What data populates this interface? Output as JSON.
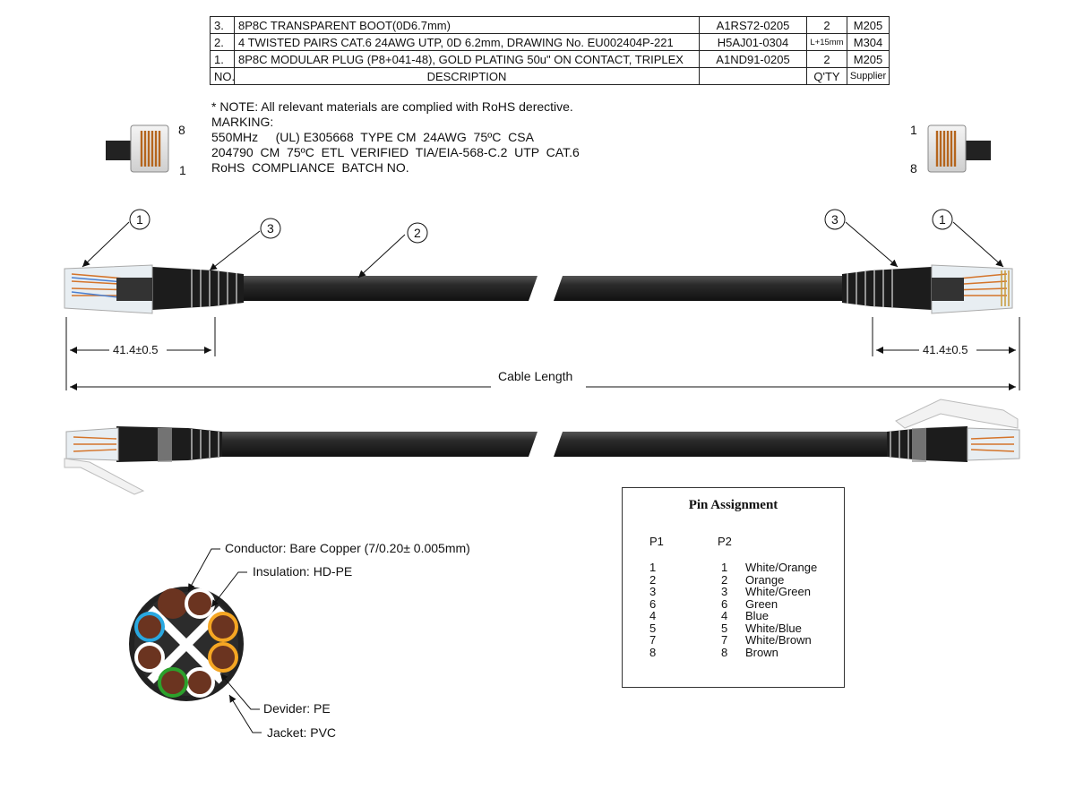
{
  "bom": {
    "rows": [
      {
        "no": "3.",
        "desc": "8P8C TRANSPARENT BOOT(0D6.7mm)",
        "part": "A1RS72-0205",
        "qty": "2",
        "supplier": "M205"
      },
      {
        "no": "2.",
        "desc": "4 TWISTED PAIRS CAT.6 24AWG UTP, 0D 6.2mm, DRAWING No. EU002404P-221",
        "part": "H5AJ01-0304",
        "qty": "L+15mm",
        "supplier": "M304"
      },
      {
        "no": "1.",
        "desc": "8P8C MODULAR PLUG (P8+041-48), GOLD PLATING 50u\" ON CONTACT, TRIPLEX",
        "part": "A1ND91-0205",
        "qty": "2",
        "supplier": "M205"
      }
    ],
    "header": {
      "no": "NO.",
      "desc": "DESCRIPTION",
      "part": "",
      "qty": "Q'TY",
      "supplier": "Supplier"
    }
  },
  "notes": {
    "rohs": "* NOTE: All relevant materials are complied with RoHS derective.",
    "marking_title": "MARKING:",
    "marking_line1": "550MHz     (UL) E305668  TYPE CM  24AWG  75ºC  CSA",
    "marking_line2": "204790  CM  75ºC  ETL  VERIFIED  TIA/EIA-568-C.2  UTP  CAT.6",
    "marking_line3": "RoHS  COMPLIANCE  BATCH NO."
  },
  "plug_pins": {
    "left_top": "8",
    "left_bottom": "1",
    "right_top": "1",
    "right_bottom": "8"
  },
  "callouts": {
    "plug": "1",
    "boot": "3",
    "cable": "2"
  },
  "dimensions": {
    "left_length": "41.4±0.5",
    "right_length": "41.4±0.5",
    "cable_length": "Cable Length"
  },
  "cross_section": {
    "conductor": "Conductor: Bare Copper (7/0.20± 0.005mm)",
    "insulation": "Insulation: HD-PE",
    "divider": "Devider: PE",
    "jacket": "Jacket: PVC"
  },
  "pin_assignment": {
    "title": "Pin Assignment",
    "p1": "P1",
    "p2": "P2",
    "pins": [
      {
        "p1": "1",
        "p2": "1",
        "name": "White/Orange"
      },
      {
        "p1": "2",
        "p2": "2",
        "name": "Orange"
      },
      {
        "p1": "3",
        "p2": "3",
        "name": "White/Green"
      },
      {
        "p1": "6",
        "p2": "6",
        "name": "Green"
      },
      {
        "p1": "4",
        "p2": "4",
        "name": "Blue"
      },
      {
        "p1": "5",
        "p2": "5",
        "name": "White/Blue"
      },
      {
        "p1": "7",
        "p2": "7",
        "name": "White/Brown"
      },
      {
        "p1": "8",
        "p2": "8",
        "name": "Brown"
      }
    ],
    "pair_colors": [
      "#f5a623",
      "#2ca02c",
      "#29a8e0",
      "#7b3f2a"
    ]
  },
  "colors": {
    "jacket": "#2a2a2a",
    "copper": "#6b3420",
    "divider": "#ffffff"
  }
}
